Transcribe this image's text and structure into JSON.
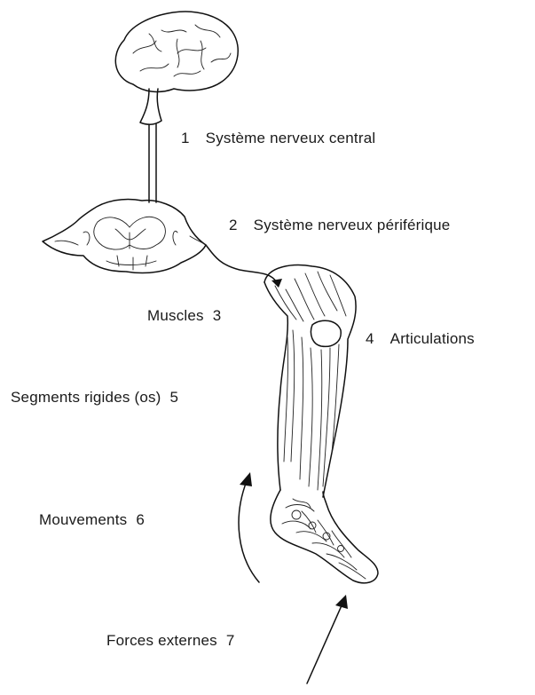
{
  "labels": {
    "cns": {
      "number": "1",
      "text": "Système nerveux central"
    },
    "pns": {
      "number": "2",
      "text": "Système nerveux périférique"
    },
    "muscles": {
      "number": "3",
      "text": "Muscles"
    },
    "joints": {
      "number": "4",
      "text": "Articulations"
    },
    "bones": {
      "number": "5",
      "text": "Segments rigides (os)"
    },
    "movements": {
      "number": "6",
      "text": "Mouvements"
    },
    "forces": {
      "number": "7",
      "text": "Forces externes"
    }
  }
}
